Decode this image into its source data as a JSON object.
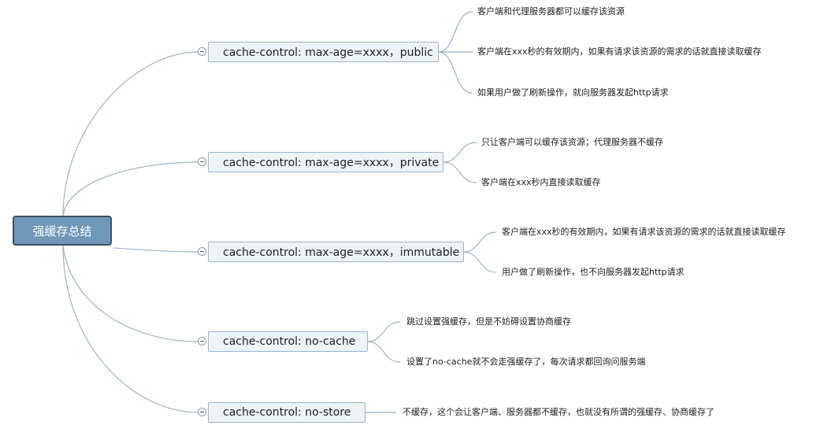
{
  "root": {
    "label": "强缓存总结"
  },
  "branches": [
    {
      "label": "cache-control: max-age=xxxx，public",
      "children": [
        "客户端和代理服务器都可以缓存该资源",
        "客户端在xxx秒的有效期内，如果有请求该资源的需求的话就直接读取缓存",
        "如果用户做了刷新操作，就向服务器发起http请求"
      ]
    },
    {
      "label": "cache-control: max-age=xxxx，private",
      "children": [
        "只让客户端可以缓存该资源；代理服务器不缓存",
        "客户端在xxx秒内直接读取缓存"
      ]
    },
    {
      "label": "cache-control: max-age=xxxx，immutable",
      "children": [
        "客户端在xxx秒的有效期内，如果有请求该资源的需求的话就直接读取缓存",
        "用户做了刷新操作，也不向服务器发起http请求"
      ]
    },
    {
      "label": "cache-control: no-cache",
      "children": [
        "跳过设置强缓存，但是不妨碍设置协商缓存",
        "设置了no-cache就不会走强缓存了，每次请求都回询问服务端"
      ]
    },
    {
      "label": "cache-control: no-store",
      "children": [
        "不缓存，这个会让客户端、服务器都不缓存，也就没有所谓的强缓存、协商缓存了"
      ]
    }
  ]
}
